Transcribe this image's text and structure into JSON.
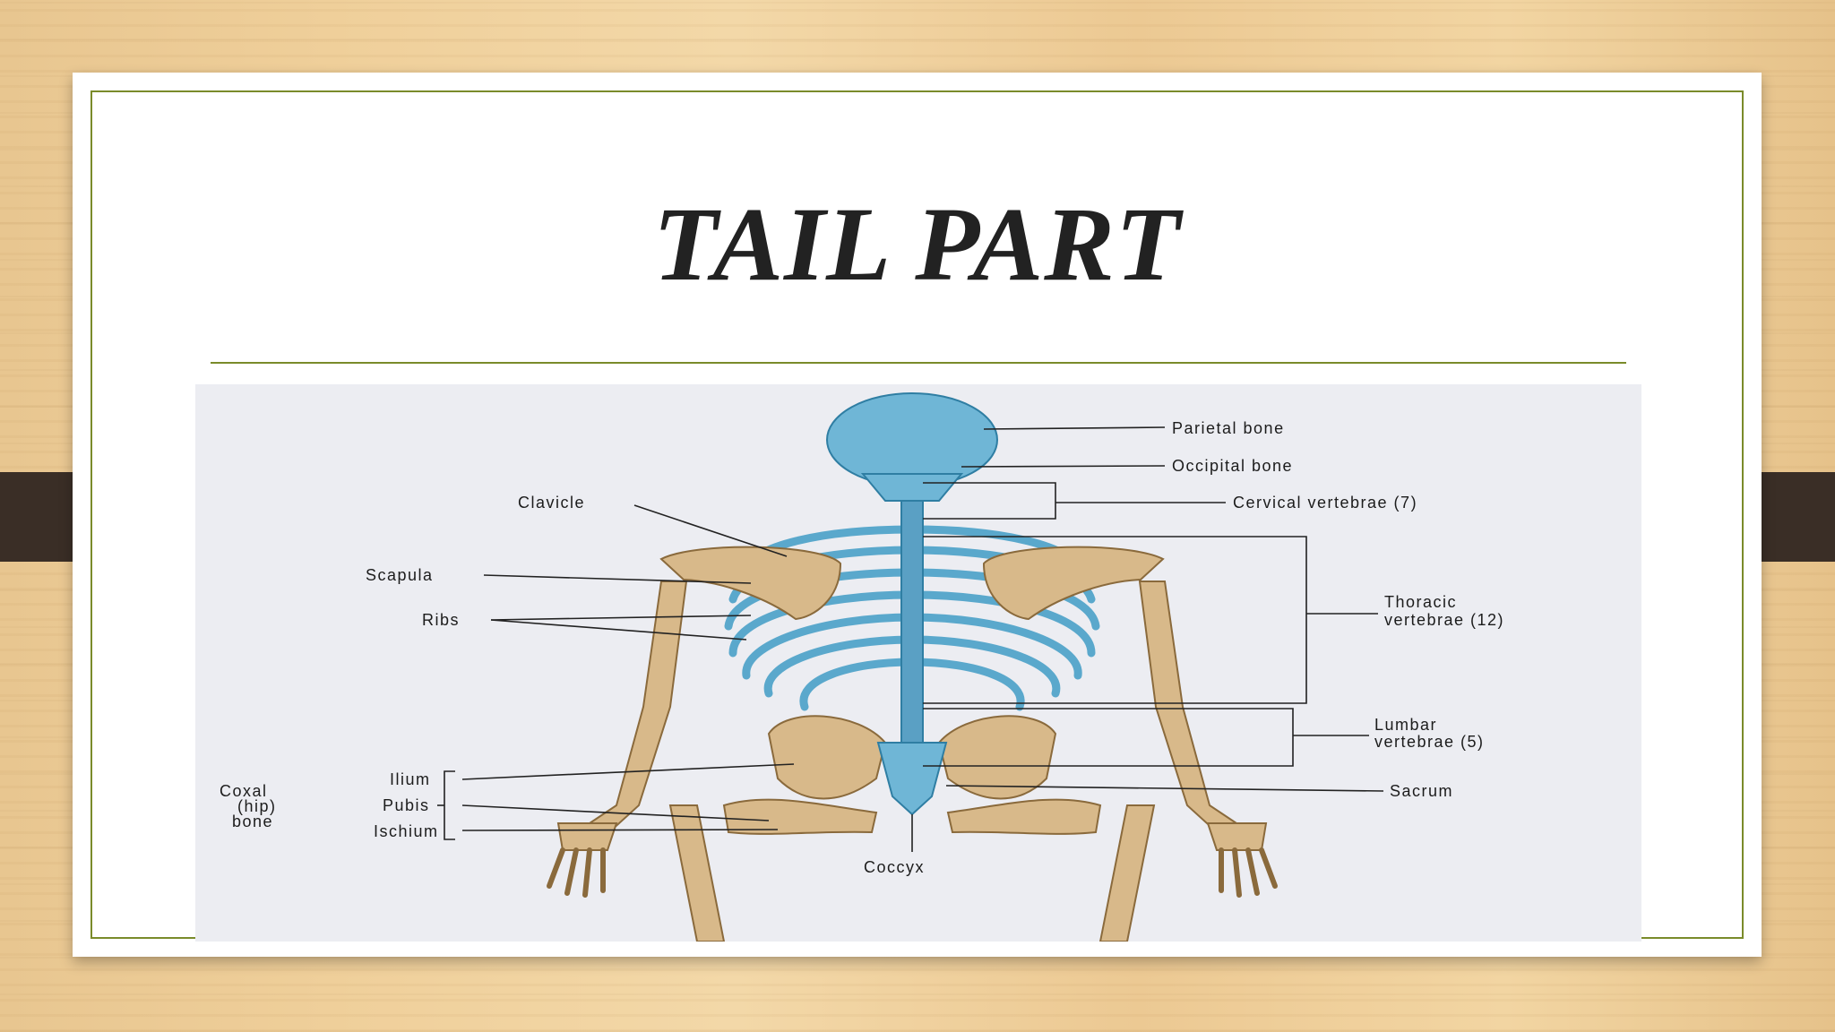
{
  "slide": {
    "title": "TAIL PART"
  },
  "figure": {
    "labels": {
      "parietal": "Parietal bone",
      "occipital": "Occipital bone",
      "cervical": "Cervical vertebrae (7)",
      "clavicle": "Clavicle",
      "scapula": "Scapula",
      "ribs": "Ribs",
      "thoracic_1": "Thoracic",
      "thoracic_2": "vertebrae (12)",
      "lumbar_1": "Lumbar",
      "lumbar_2": "vertebrae (5)",
      "ilium": "Ilium",
      "coxal_1": "Coxal",
      "coxal_2": "(hip)",
      "coxal_3": "bone",
      "pubis": "Pubis",
      "ischium": "Ischium",
      "sacrum": "Sacrum",
      "coccyx": "Coccyx"
    }
  },
  "colors": {
    "accent_line": "#7a8b2a",
    "bone": "#d8b98a",
    "axial_skeleton": "#6fb6d6",
    "tab": "#3a2e26"
  }
}
